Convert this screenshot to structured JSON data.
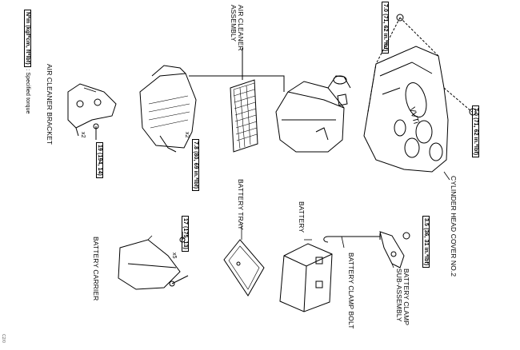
{
  "labels": {
    "air_cleaner_assembly": [
      "AIR CLEANER",
      "ASSEMBLY"
    ],
    "air_cleaner_bracket": "AIR CLEANER BRACKET",
    "cylinder_head_cover": "CYLINDER HEAD COVER NO.2",
    "battery": "BATTERY",
    "battery_tray": "BATTERY TRAY",
    "battery_clamp_bolt": "BATTERY CLAMP BOLT",
    "battery_clamp_sub": [
      "BATTERY CLAMP",
      "SUB-ASSEMBLY"
    ],
    "battery_carrier": "BATTERY CARRIER"
  },
  "legend": {
    "box_text": "N*m (kgf*cm, ft*lbf)",
    "desc": ": Specified torque"
  },
  "torques": {
    "t_top": "7.0 (71, 62 in.*lbf)",
    "t_right": "7.0 (71, 62 in.*lbf)",
    "t_bracket": "19 (194, 14)",
    "t_cleaner": "7.8 (80, 69 in.*lbf)",
    "t_carrier": "17 (175, 13)",
    "t_clamp": "3.5 (36, 31 in.*lbf)"
  },
  "quantities": {
    "bracket_x": "x2",
    "cleaner_x": "x2",
    "carrier_x": "x5"
  },
  "footer": {
    "code": "C2/0"
  },
  "icons": {
    "engine_cover": "cylinder-head-cover-illustration",
    "air_box": "air-cleaner-case-illustration",
    "filter": "air-filter-element-illustration",
    "battery": "battery-illustration"
  }
}
